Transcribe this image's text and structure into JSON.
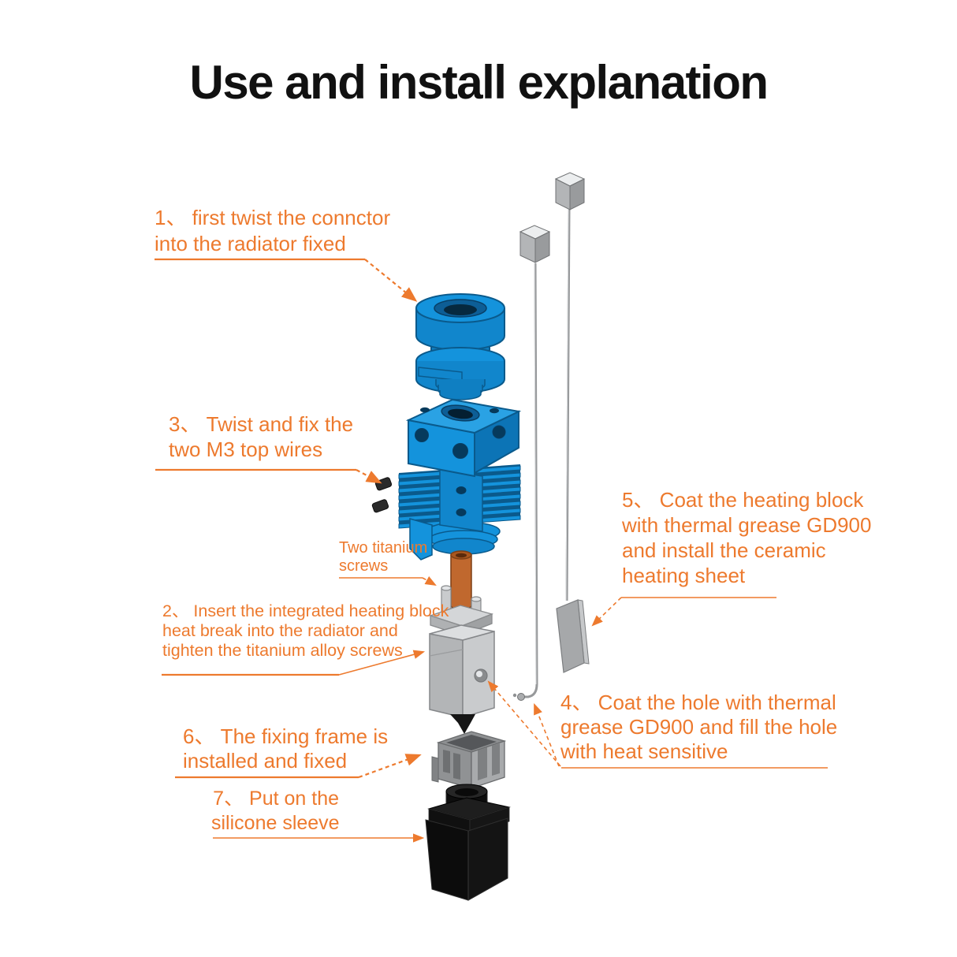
{
  "title": "Use and install explanation",
  "colors": {
    "accent_orange": "#ED7A2E",
    "part_blue": "#1493DC",
    "part_blue_dark": "#0A5A8C",
    "part_gray": "#AEB0B2",
    "part_black": "#161616",
    "copper": "#C0682E",
    "background": "#FFFFFF",
    "title_color": "#111111"
  },
  "annotations": {
    "step1": {
      "lines": [
        "1、 first twist the connctor",
        "into the radiator fixed"
      ]
    },
    "step2": {
      "lines": [
        "2、 Insert the integrated heating block",
        "heat break into the radiator and",
        "tighten the titanium alloy screws"
      ]
    },
    "step3": {
      "lines": [
        "3、 Twist and fix the",
        "two M3 top wires"
      ]
    },
    "step4": {
      "lines": [
        "4、 Coat the hole with thermal",
        "grease GD900 and fill the hole",
        "with heat sensitive"
      ]
    },
    "step5": {
      "lines": [
        "5、 Coat the heating block",
        "with thermal grease GD900",
        "and install the ceramic",
        "heating sheet"
      ]
    },
    "step6": {
      "lines": [
        "6、 The fixing frame is",
        "installed and fixed"
      ]
    },
    "step7": {
      "lines": [
        "7、 Put on the",
        "silicone sleeve"
      ]
    },
    "titanium_note": {
      "lines": [
        "Two titanium",
        "screws"
      ]
    }
  },
  "parts": {
    "connector": "pneumatic-connector-icon",
    "radiator": "radiator-heatsink-icon",
    "m3_screws": "m3-set-screws-icon",
    "heat_break": "copper-heat-break-icon",
    "titanium_screws": "titanium-screws-icon",
    "heater_block": "heating-block-icon",
    "nozzle": "nozzle-tip-icon",
    "fixing_frame": "fixing-frame-icon",
    "silicone_sleeve": "silicone-sleeve-icon",
    "heater_wire": "ceramic-heater-wire-icon",
    "thermistor_wire": "thermistor-wire-icon",
    "ceramic_sheet": "ceramic-heating-sheet-icon"
  }
}
